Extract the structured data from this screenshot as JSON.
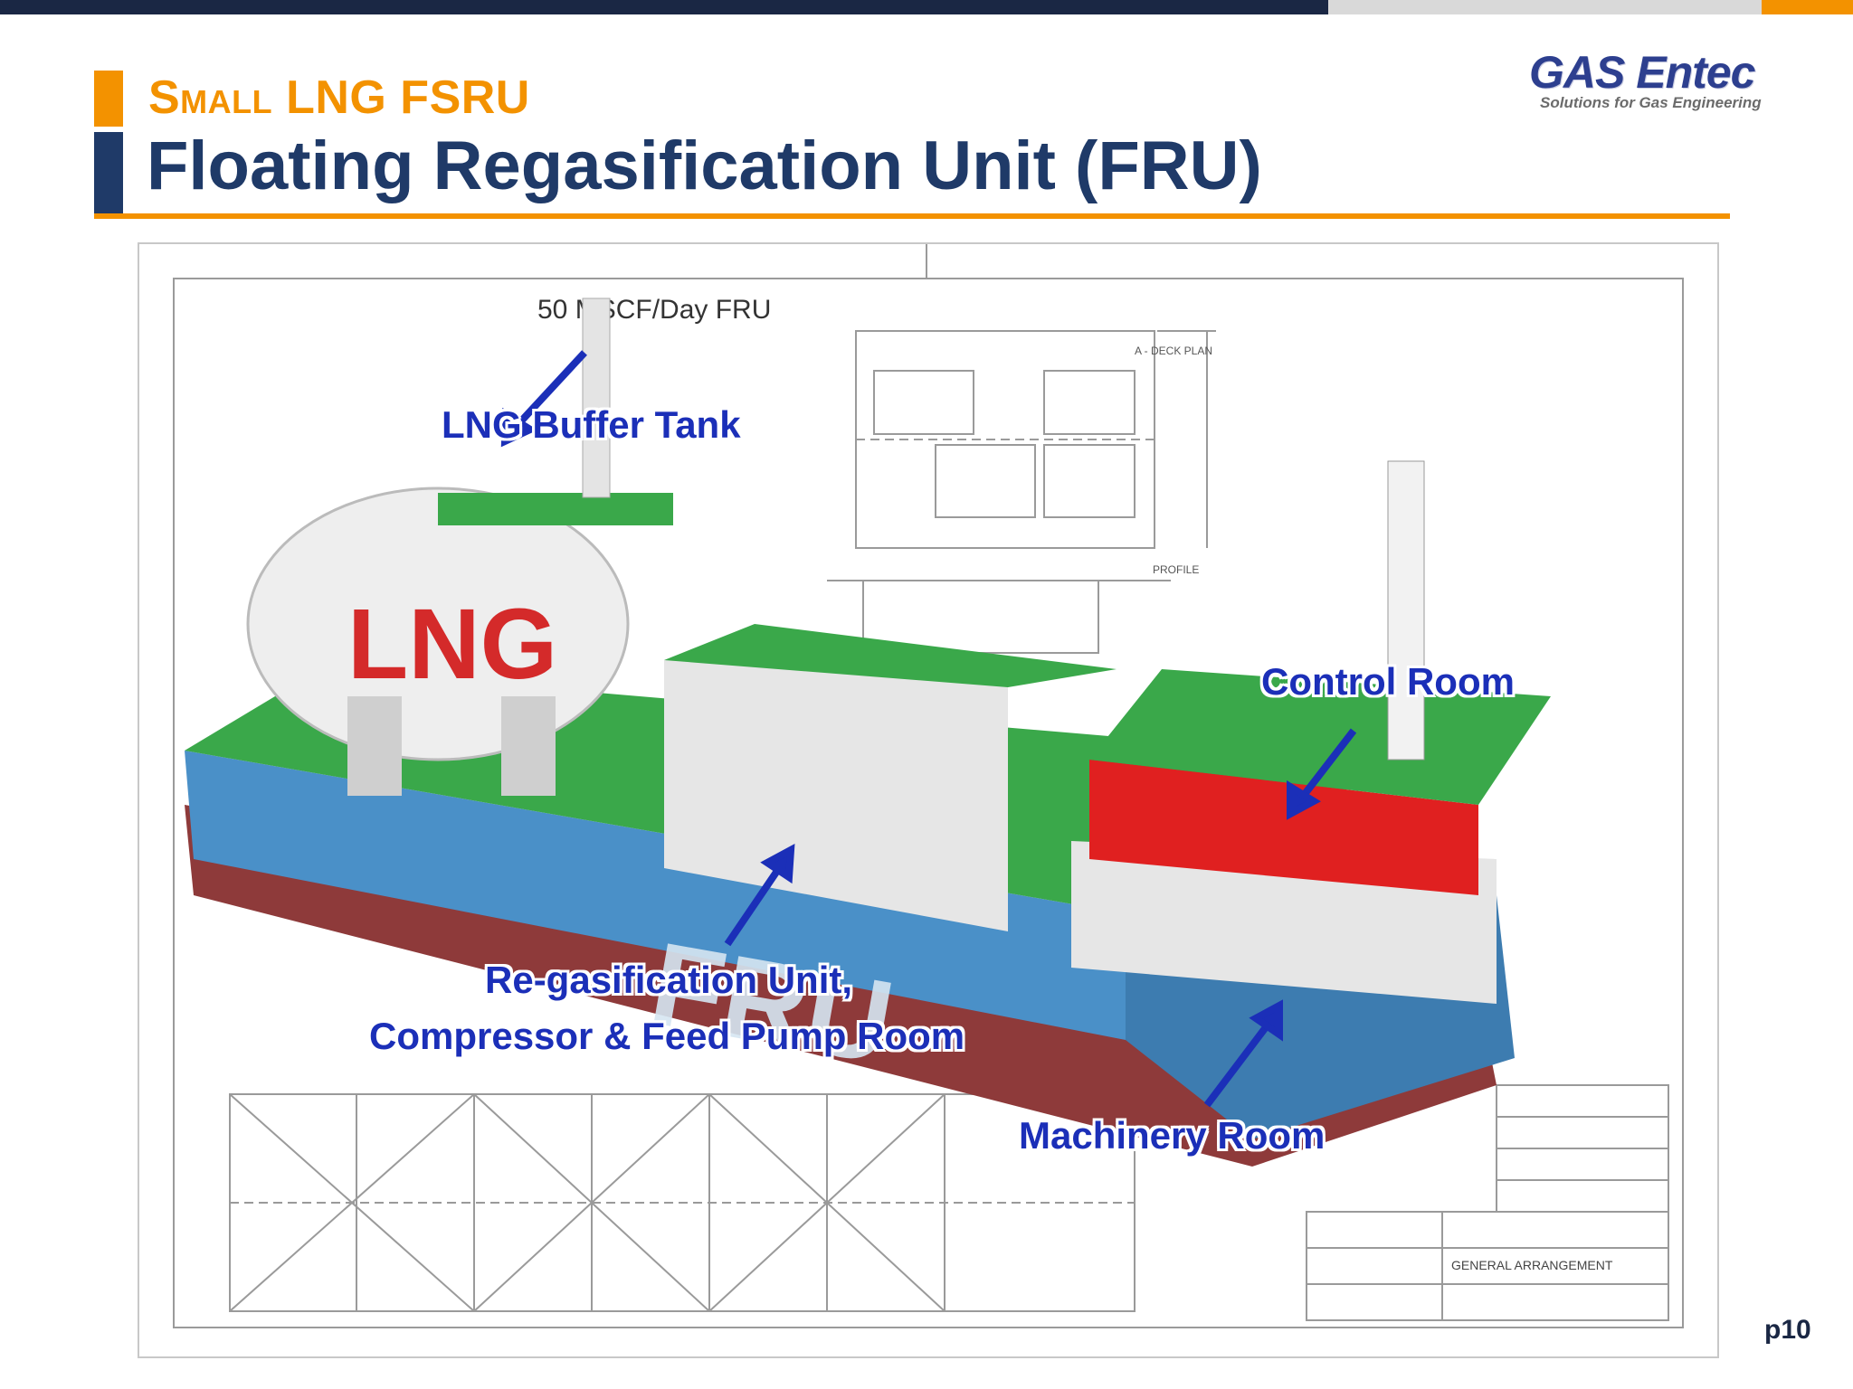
{
  "header": {
    "subtitle": "Small LNG FSRU",
    "title": "Floating Regasification Unit (FRU)"
  },
  "logo": {
    "name": "GAS Entec",
    "tagline": "Solutions for Gas Engineering"
  },
  "figure": {
    "drawing_title": "50 MSCF/Day  FRU",
    "deck_plan_label": "A - DECK PLAN",
    "profile_label": "PROFILE",
    "title_block_heading": "GENERAL ARRANGEMENT",
    "hull_lettering": "FRU",
    "tank_lettering": "LNG"
  },
  "callouts": {
    "buffer_tank": "LNG Buffer Tank",
    "control_room": "Control Room",
    "regas_line1": "Re-gasification Unit,",
    "regas_line2": "Compressor & Feed Pump Room",
    "machinery_room": "Machinery Room"
  },
  "page": {
    "number": "p10"
  },
  "colors": {
    "navy": "#1a2744",
    "title_navy": "#1f3a68",
    "orange": "#f39200",
    "callout_blue": "#1b2fb8",
    "deck_green": "#3aa84a",
    "hull_blue": "#4a90c8",
    "hull_red": "#8e3a3a",
    "control_red": "#e02020"
  }
}
